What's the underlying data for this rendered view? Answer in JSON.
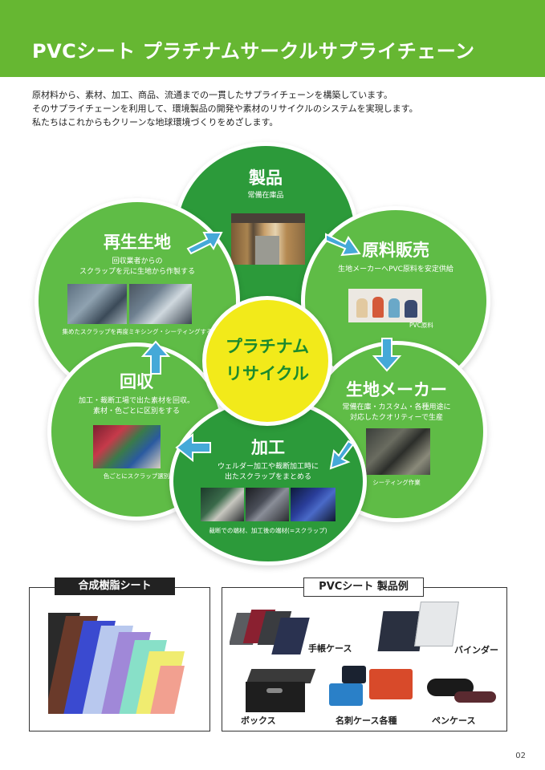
{
  "header": {
    "title": "PVCシート プラチナムサークルサプライチェーン"
  },
  "intro": {
    "lines": [
      "原材料から、素材、加工、商品、流通までの一貫したサプライチェーンを構築しています。",
      "そのサプライチェーンを利用して、環境製品の開発や素材のリサイクルのシステムを実現します。",
      "私たちはこれからもクリーンな地球環境づくりをめざします。"
    ]
  },
  "cycle": {
    "center": {
      "line1": "プラチナム",
      "line2": "リサイクル"
    },
    "seihin": {
      "title": "製品",
      "sub": "常備在庫品"
    },
    "genryo": {
      "title": "原料販売",
      "sub": "生地メーカーへPVC原料を安定供給",
      "caption": "PVC原料"
    },
    "kiji": {
      "title": "生地メーカー",
      "sub1": "常備在庫・カスタム・各種用途に",
      "sub2": "対応したクオリティーで生産",
      "caption": "シーティング作業"
    },
    "kako": {
      "title": "加工",
      "sub1": "ウェルダー加工や裁断加工時に",
      "sub2": "出たスクラップをまとめる",
      "caption": "裁断での端材、加工後の端材(=スクラップ)"
    },
    "kaishu": {
      "title": "回収",
      "sub1": "加工・裁断工場で出た素材を回収。",
      "sub2": "素材・色ごとに区別をする",
      "caption": "色ごとにスクラップ選別"
    },
    "saisei": {
      "title": "再生生地",
      "sub1": "回収業者からの",
      "sub2": "スクラップを元に生地から作製する",
      "caption": "集めたスクラップを再度ミキシング・シーティングする"
    }
  },
  "bottom": {
    "left_title": "合成樹脂シート",
    "right_title": "PVCシート 製品例",
    "products": [
      "手帳ケース",
      "バインダー",
      "ボックス",
      "名刺ケース各種",
      "ペンケース"
    ]
  },
  "page_number": "02",
  "colors": {
    "header": "#66b732",
    "dark_green": "#2c9a3a",
    "light_green": "#5fbc46",
    "center_yellow": "#f2ea1a",
    "arrow_blue": "#45a9d8"
  }
}
